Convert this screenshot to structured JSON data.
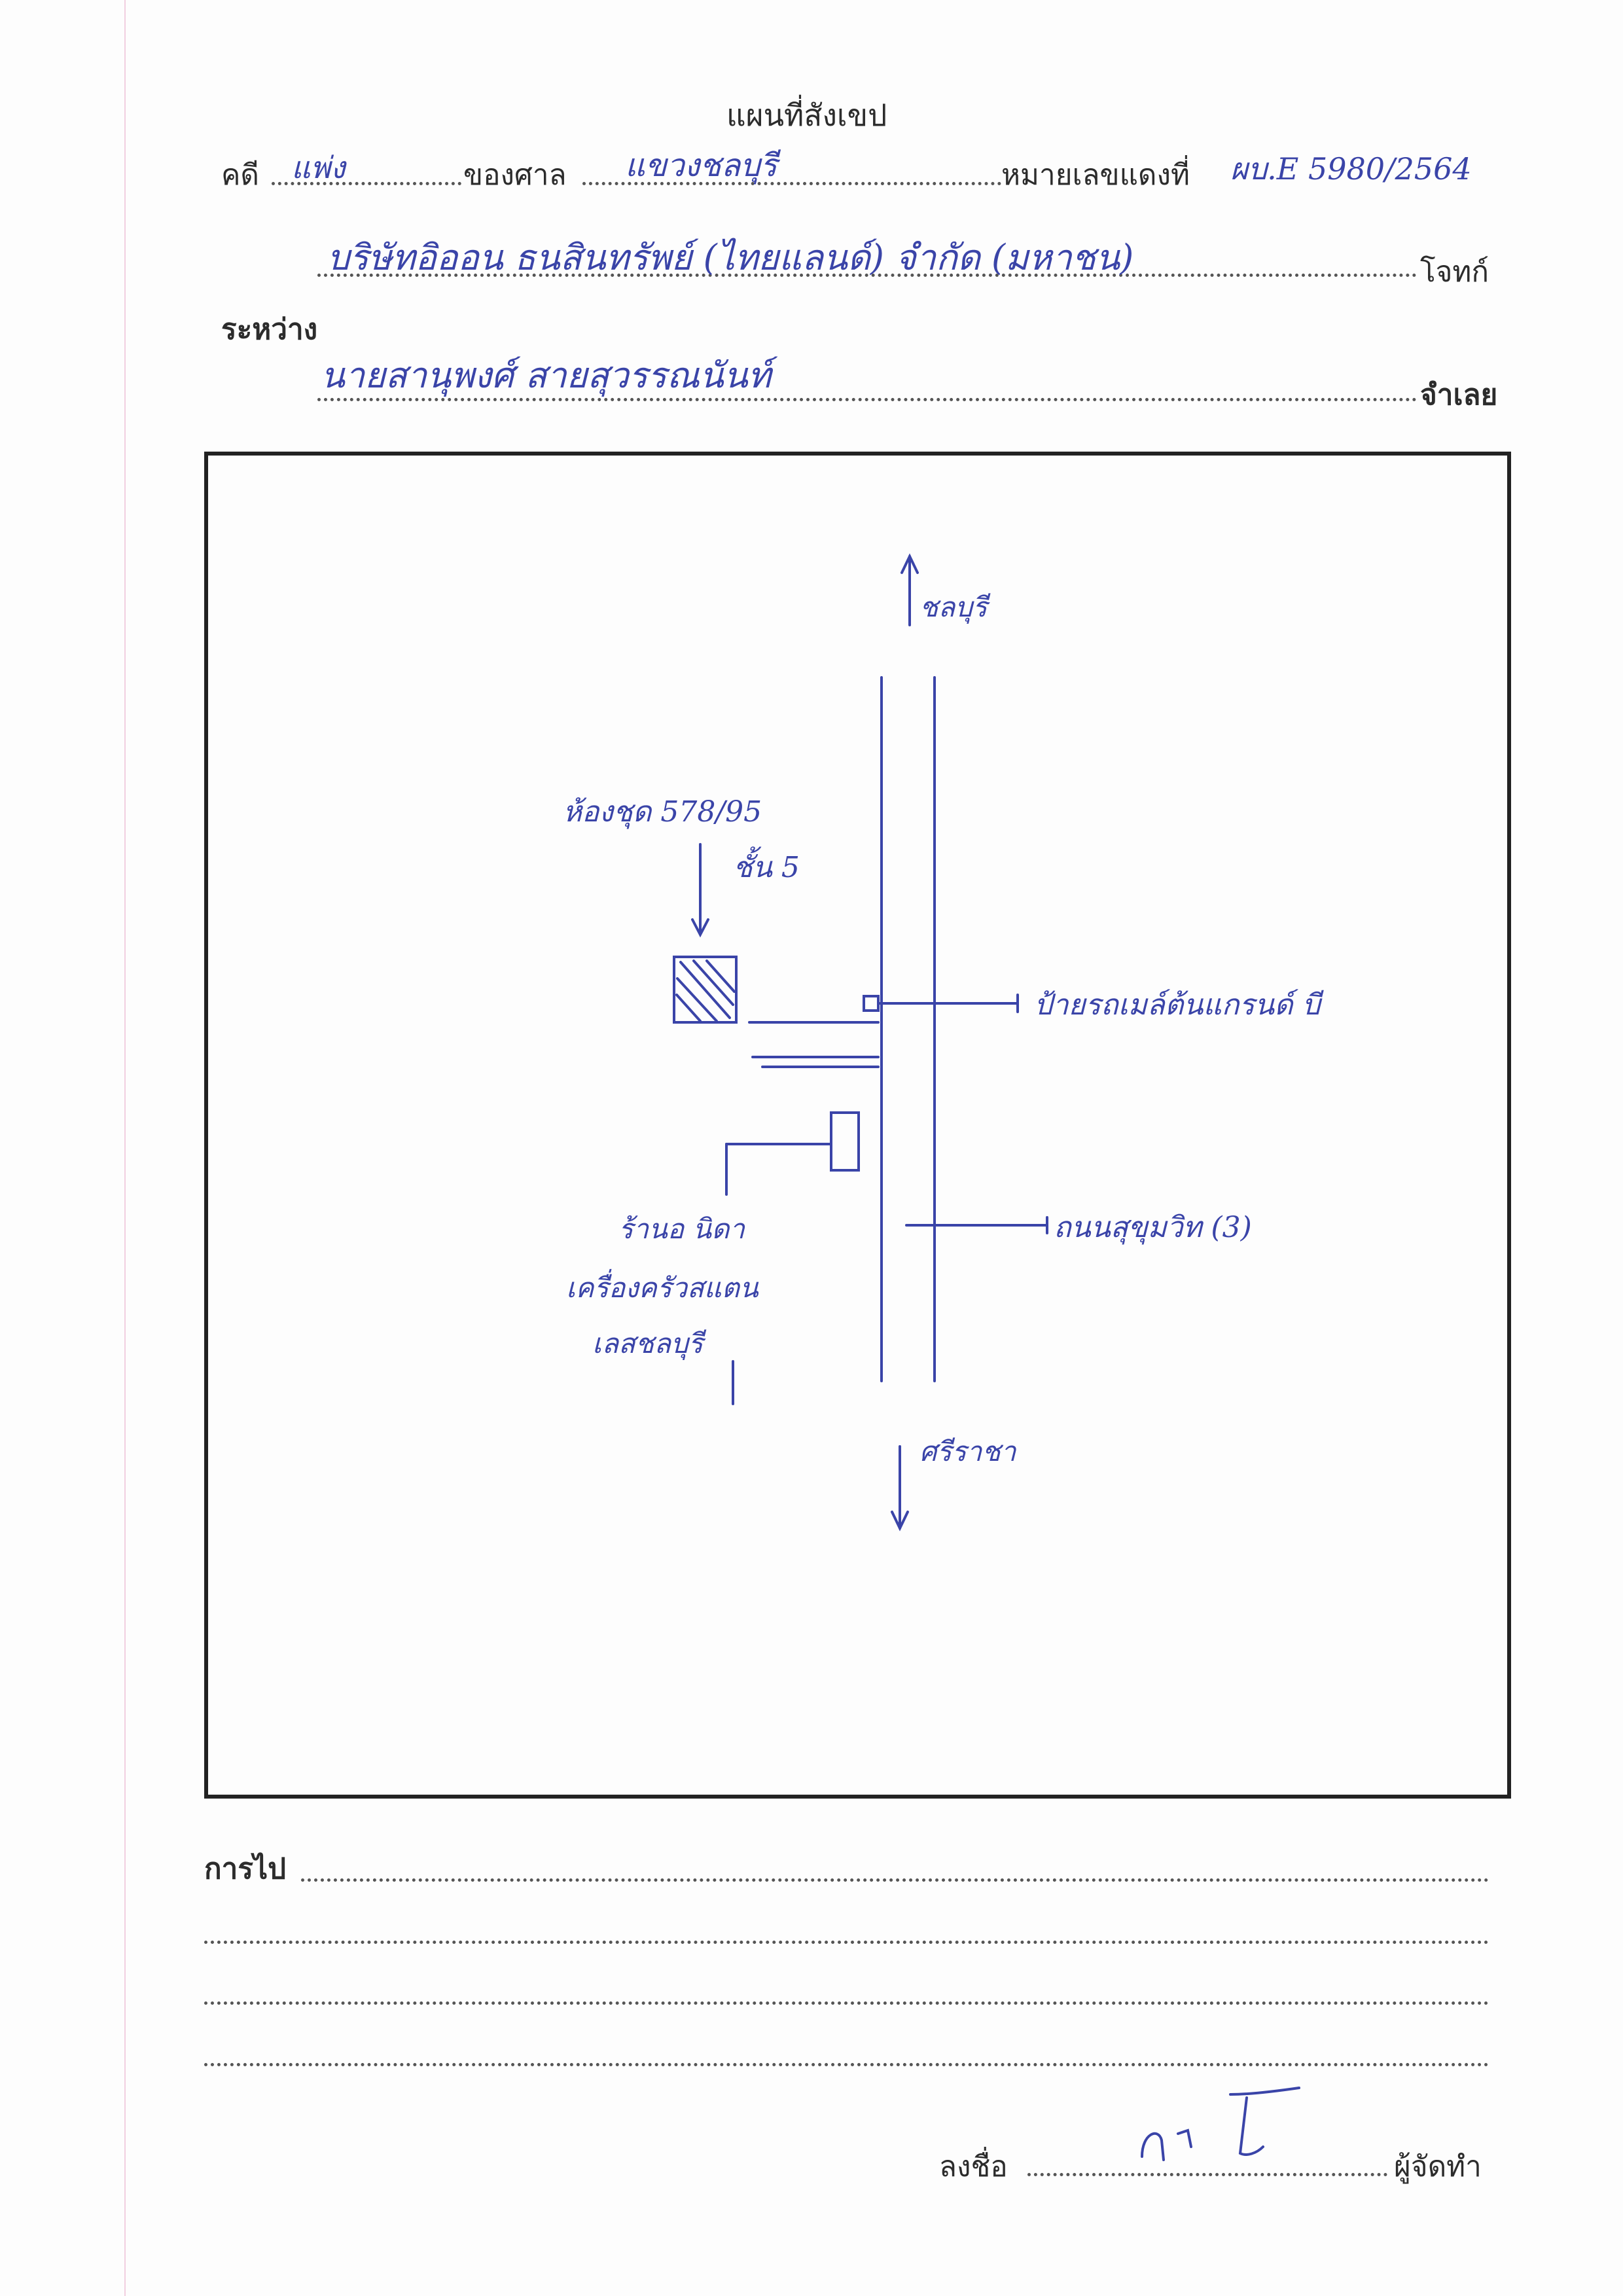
{
  "header": {
    "title": "แผนที่สังเขป",
    "case_label": "คดี",
    "case_type": "แพ่ง",
    "court_label": "ของศาล",
    "court_name": "แขวงชลบุรี",
    "red_number_label": "หมายเลขแดงที่",
    "red_number": "ผบ.E 5980/2564",
    "plaintiff": "บริษัทอิออน ธนสินทรัพย์ (ไทยแลนด์) จำกัด (มหาชน)",
    "plaintiff_label": "โจทก์",
    "between_label": "ระหว่าง",
    "defendant": "นายสานุพงศ์ สายสุวรรณนันท์",
    "defendant_label": "จำเลย"
  },
  "map": {
    "north_label": "ชลบุรี",
    "south_label": "ศรีราชา",
    "condo_label_line1": "ห้องชุด 578/95",
    "condo_label_line2": "ชั้น 5",
    "bus_stop_label": "ป้ายรถเมล์ต้นแกรนด์ บี",
    "road_label": "ถนนสุขุมวิท (3)",
    "shop_label_line1": "ร้านอ นิดา",
    "shop_label_line2": "เครื่องครัวสแตน",
    "shop_label_line3": "เลสชลบุรี"
  },
  "footer": {
    "route_label": "การไป",
    "sign_label": "ลงชื่อ",
    "preparer_label": "ผู้จัดทำ"
  }
}
